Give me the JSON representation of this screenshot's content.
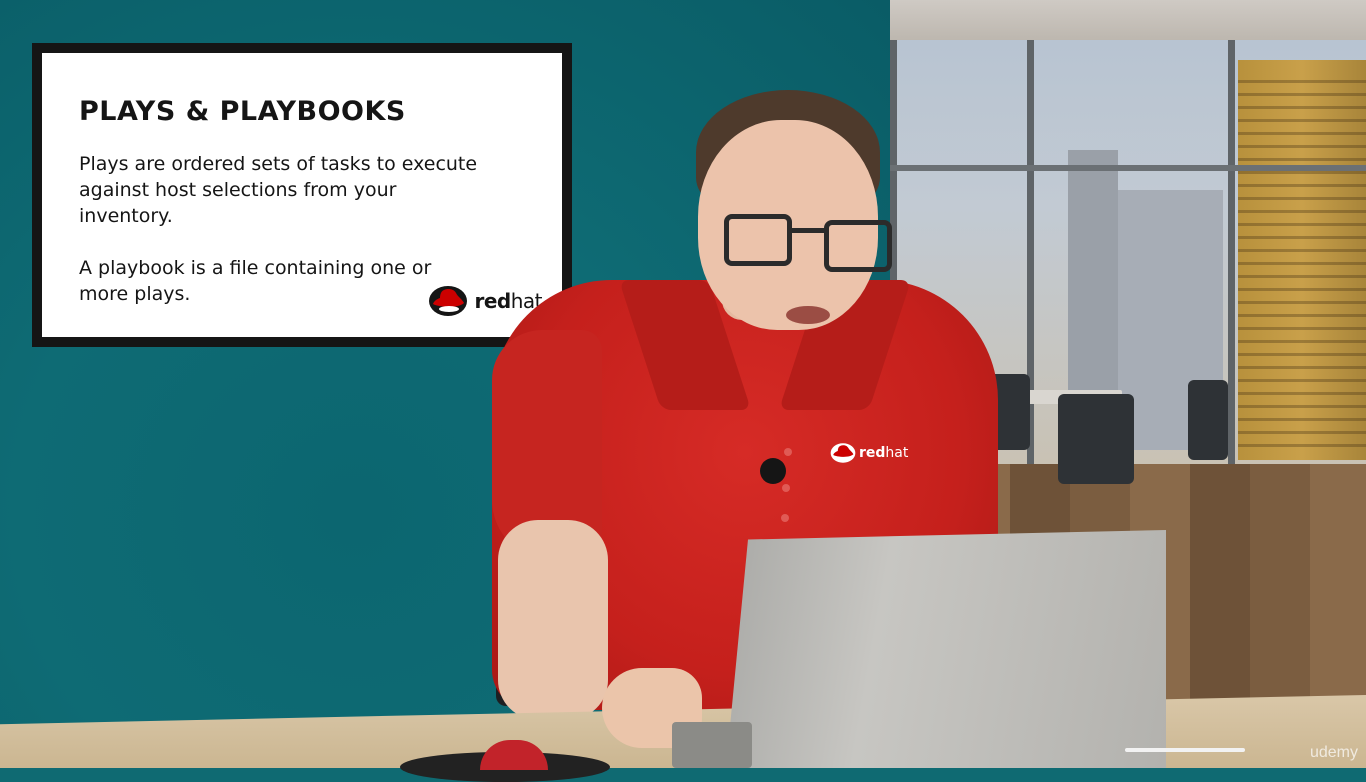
{
  "slide": {
    "title": "PLAYS & PLAYBOOKS",
    "paragraphs": [
      "Plays are ordered sets of tasks to execute against host selections from your inventory.",
      "A playbook is a file containing one or more plays."
    ],
    "logo_text_bold": "red",
    "logo_text_regular": "hat"
  },
  "shirt_logo": {
    "text_bold": "red",
    "text_regular": "hat"
  },
  "watermark": "udemy",
  "colors": {
    "wall": "#0f6a72",
    "brand_red": "#cc0000",
    "shirt": "#c5201c"
  },
  "icons": [
    "redhat-logo-icon"
  ]
}
